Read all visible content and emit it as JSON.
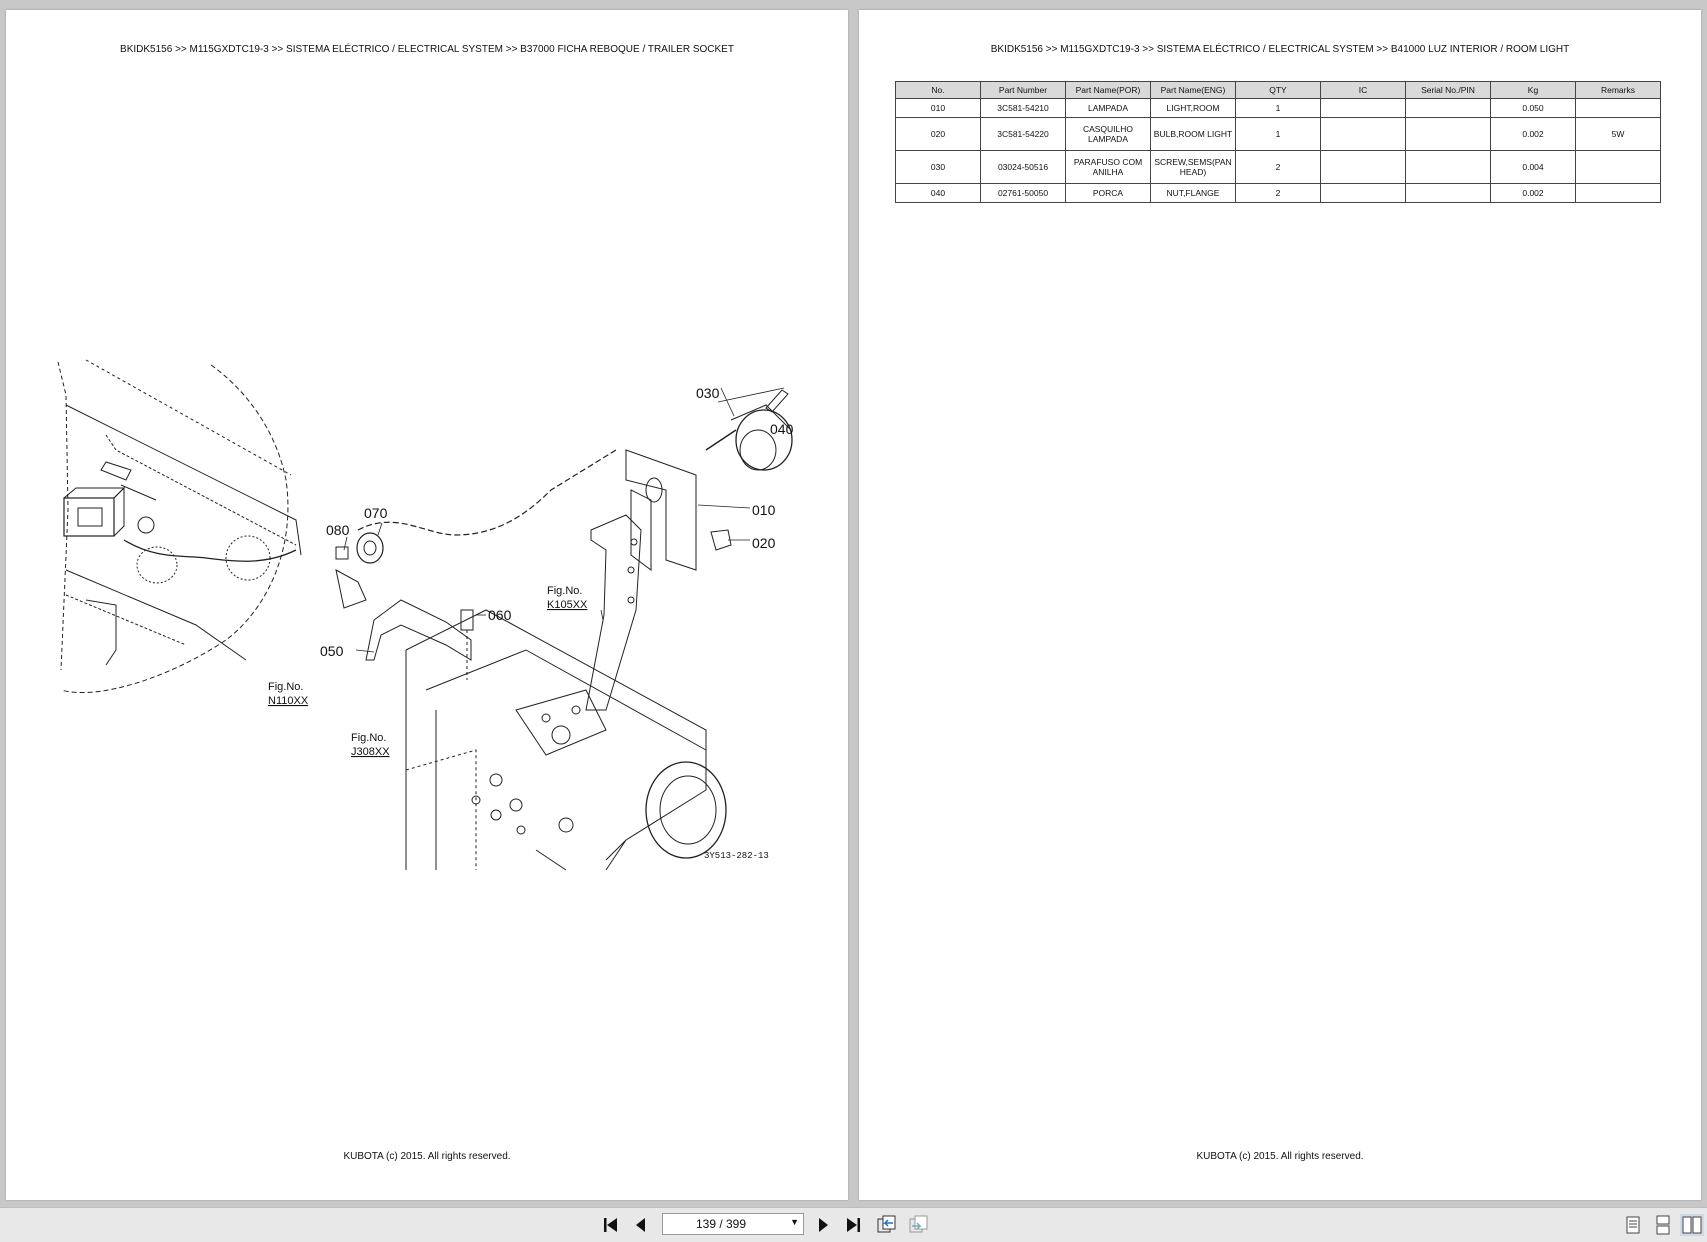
{
  "left_page": {
    "breadcrumb": "BKIDK5156 >> M115GXDTC19-3 >> SISTEMA ELÉCTRICO / ELECTRICAL SYSTEM >> B37000   FICHA REBOQUE / TRAILER SOCKET",
    "diagram": {
      "callouts": [
        "030",
        "040",
        "010",
        "020",
        "080",
        "070",
        "060",
        "050"
      ],
      "fig_refs": [
        {
          "label": "Fig.No.",
          "code": "K105XX"
        },
        {
          "label": "Fig.No.",
          "code": "N110XX"
        },
        {
          "label": "Fig.No.",
          "code": "J308XX"
        }
      ],
      "drawing_code": "3Y513-282-13"
    },
    "footer": "KUBOTA (c) 2015. All rights reserved."
  },
  "right_page": {
    "breadcrumb": "BKIDK5156 >> M115GXDTC19-3 >> SISTEMA ELÉCTRICO / ELECTRICAL SYSTEM >> B41000   LUZ INTERIOR / ROOM LIGHT",
    "table": {
      "headers": [
        "No.",
        "Part Number",
        "Part Name(POR)",
        "Part Name(ENG)",
        "QTY",
        "IC",
        "Serial No./PIN",
        "Kg",
        "Remarks"
      ],
      "rows": [
        [
          "010",
          "3C581-54210",
          "LAMPADA",
          "LIGHT,ROOM",
          "1",
          "",
          "",
          "0.050",
          ""
        ],
        [
          "020",
          "3C581-54220",
          "CASQUILHO LAMPADA",
          "BULB,ROOM LIGHT",
          "1",
          "",
          "",
          "0.002",
          "5W"
        ],
        [
          "030",
          "03024-50516",
          "PARAFUSO COM ANILHA",
          "SCREW,SEMS(PAN HEAD)",
          "2",
          "",
          "",
          "0.004",
          ""
        ],
        [
          "040",
          "02761-50050",
          "PORCA",
          "NUT,FLANGE",
          "2",
          "",
          "",
          "0.002",
          ""
        ]
      ]
    },
    "footer": "KUBOTA (c) 2015. All rights reserved."
  },
  "toolbar": {
    "page_indicator": "139 / 399",
    "icons": [
      "first-page-icon",
      "prev-page-icon",
      "next-page-icon",
      "last-page-icon",
      "go-back-view-icon",
      "go-forward-view-icon",
      "single-page-view-icon",
      "continuous-view-icon",
      "facing-pages-view-icon"
    ]
  }
}
